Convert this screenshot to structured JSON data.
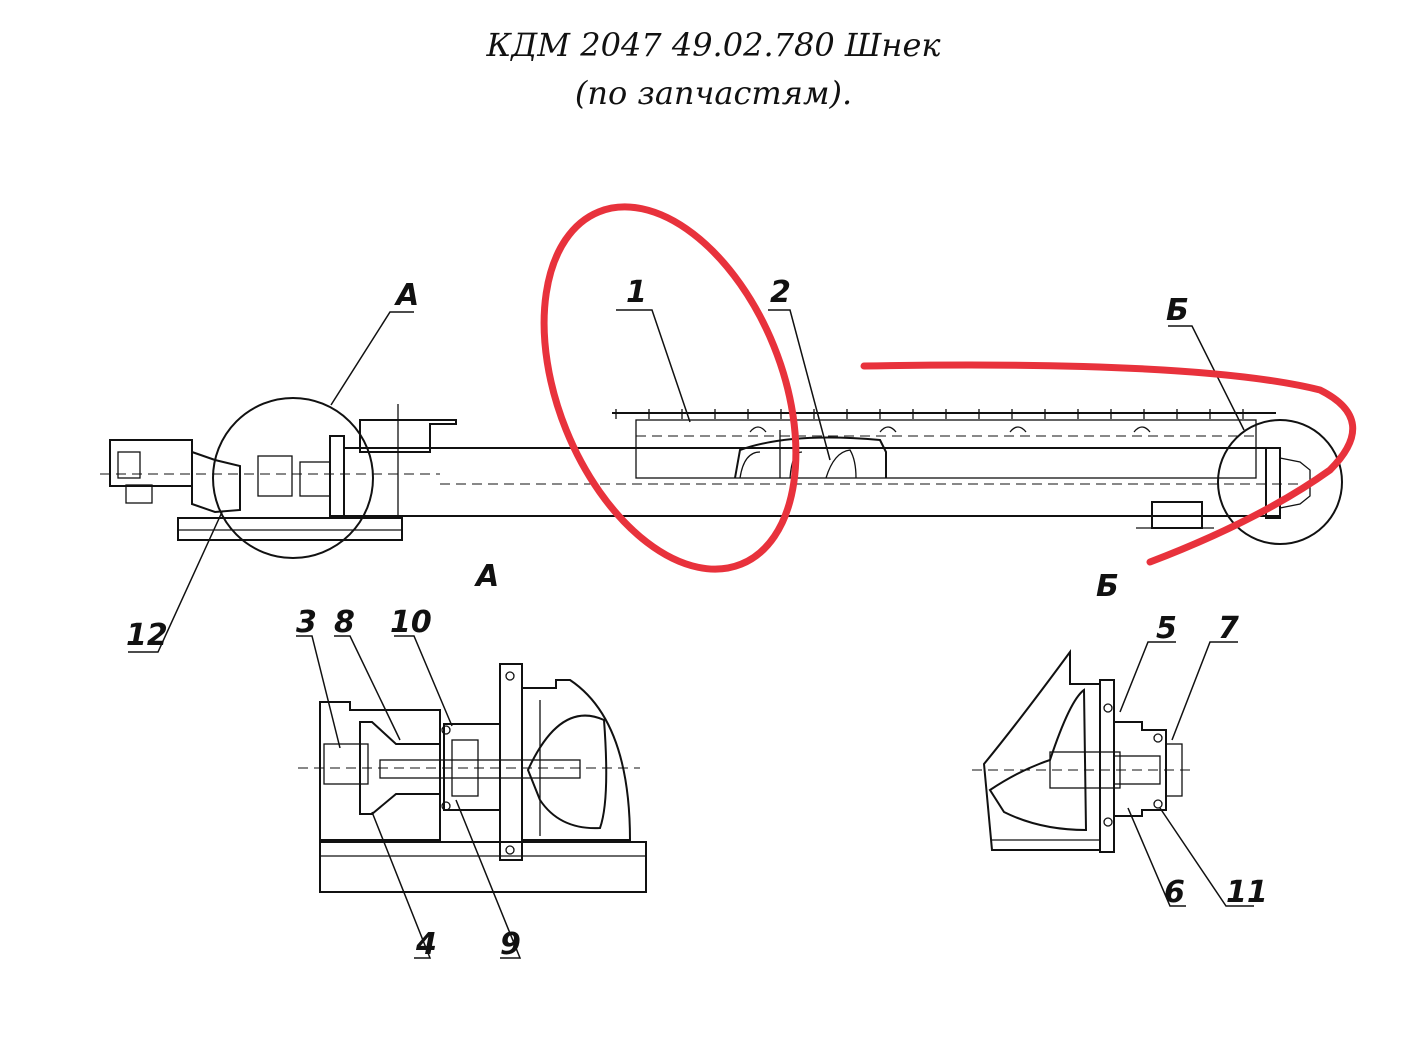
{
  "title": {
    "line1": "КДМ 2047 49.02.780 Шнек",
    "line2": "(по запчастям)."
  },
  "views": {
    "main": {
      "callout_a": "А",
      "callout_b": "Б",
      "labels": {
        "p1": "1",
        "p2": "2",
        "p12": "12"
      }
    },
    "detail_a": {
      "heading": "А",
      "labels": {
        "p3": "3",
        "p8": "8",
        "p10": "10",
        "p4": "4",
        "p9": "9"
      }
    },
    "detail_b": {
      "heading": "Б",
      "labels": {
        "p5": "5",
        "p7": "7",
        "p6": "6",
        "p11": "11"
      }
    }
  },
  "annotation": {
    "color": "#e8323c"
  }
}
